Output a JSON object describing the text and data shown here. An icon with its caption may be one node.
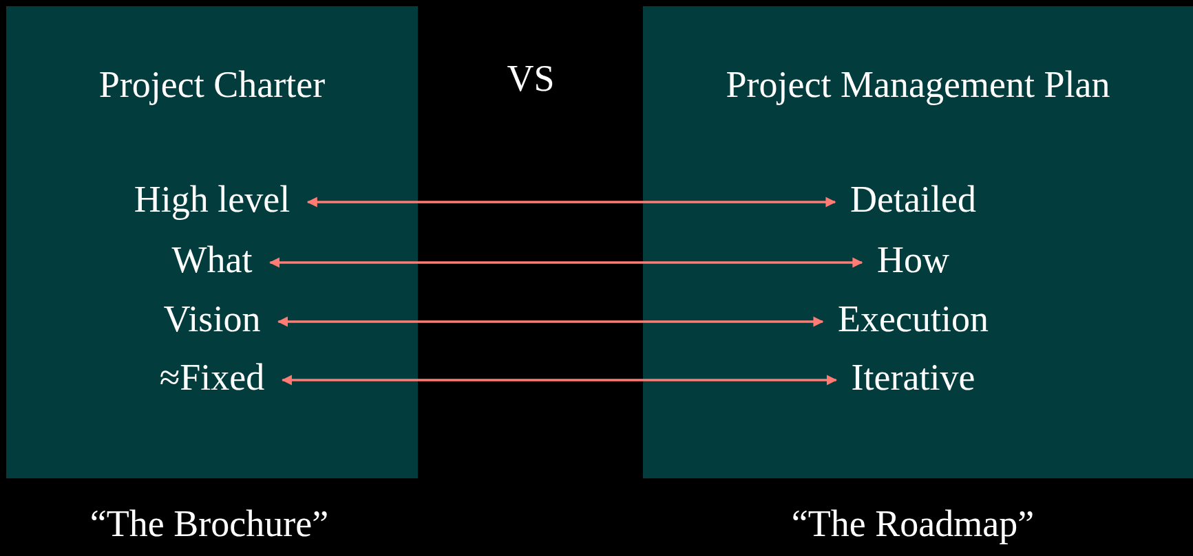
{
  "diagram": {
    "nodes": [
      {
        "text": [
          "Project Charter"
        ],
        "beside": [
          "“The Brochure”"
        ]
      },
      {
        "text": [
          "High level"
        ],
        "in": 0
      },
      {
        "text": [
          "What"
        ],
        "in": 0
      },
      {
        "text": [
          "Vision"
        ],
        "in": 0
      },
      {
        "text": [
          "≈Fixed"
        ],
        "in": 0
      },
      {
        "text": [
          "Project Management Plan"
        ],
        "beside": [
          "“The Roadmap”"
        ]
      },
      {
        "text": [
          "Detailed"
        ],
        "in": 5
      },
      {
        "text": [
          "How"
        ],
        "in": 5
      },
      {
        "text": [
          "Execution"
        ],
        "in": 5
      },
      {
        "text": [
          "Iterative"
        ],
        "in": 5
      }
    ],
    "edges": [
      {
        "from": 1,
        "to": 6,
        "arrow": "both"
      },
      {
        "from": 2,
        "to": 7,
        "arrow": "both"
      },
      {
        "from": 3,
        "to": 8,
        "arrow": "both"
      },
      {
        "from": 4,
        "to": 9,
        "arrow": "both"
      }
    ],
    "labels": [
      "VS"
    ]
  }
}
